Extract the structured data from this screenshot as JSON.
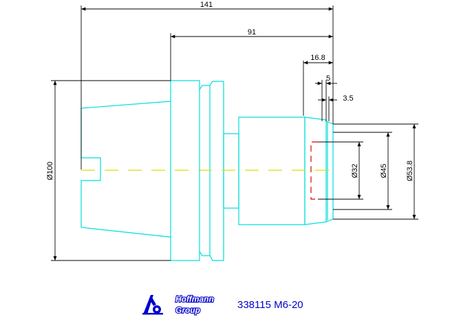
{
  "dimensions": {
    "overall_length": "141",
    "length_2": "91",
    "length_3": "16.8",
    "length_4": "5",
    "length_5": "3.5",
    "dia_flange": "Ø100",
    "dia_32": "Ø32",
    "dia_45": "Ø45",
    "dia_53_8": "Ø53.8"
  },
  "brand": {
    "line1": "Hoffmann",
    "line2": "Group"
  },
  "part_number": "338115 M6-20",
  "colors": {
    "outline": "#00dddd",
    "dimension": "#000000",
    "centerline": "#dddd00",
    "hidden": "#dd0000",
    "brand": "#0000cc"
  }
}
